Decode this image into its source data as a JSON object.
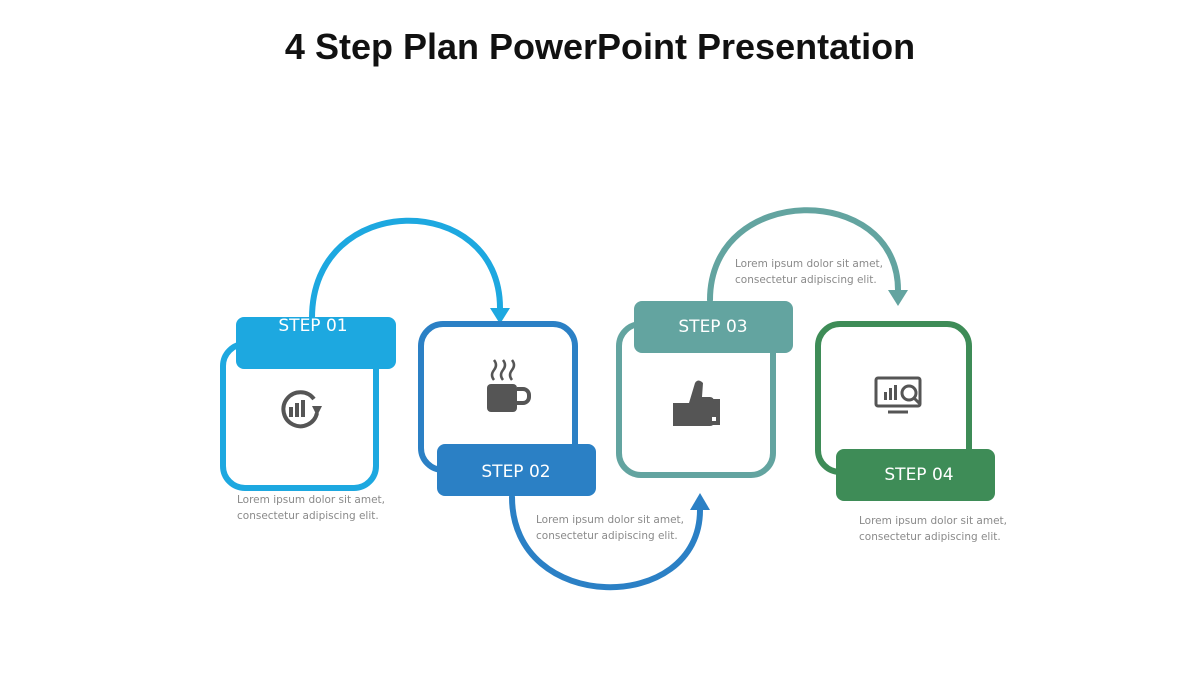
{
  "title": "4 Step Plan PowerPoint Presentation",
  "colors": {
    "step1": "#1DA8E0",
    "step2": "#2B80C5",
    "step3": "#63A4A0",
    "step4": "#3E8C57",
    "icon": "#555555",
    "text": "#8A8A8A"
  },
  "steps": [
    {
      "label": "STEP 01",
      "icon": "chart-refresh-icon",
      "desc_line1": "Lorem ipsum dolor sit amet,",
      "desc_line2": "consectetur adipiscing elit."
    },
    {
      "label": "STEP 02",
      "icon": "coffee-mug-icon",
      "desc_line1": "Lorem ipsum dolor sit amet,",
      "desc_line2": "consectetur adipiscing elit."
    },
    {
      "label": "STEP 03",
      "icon": "thumbs-up-icon",
      "desc_line1": "Lorem ipsum dolor sit amet,",
      "desc_line2": "consectetur adipiscing elit."
    },
    {
      "label": "STEP 04",
      "icon": "monitor-analytics-icon",
      "desc_line1": "Lorem ipsum dolor sit amet,",
      "desc_line2": "consectetur adipiscing elit."
    }
  ]
}
